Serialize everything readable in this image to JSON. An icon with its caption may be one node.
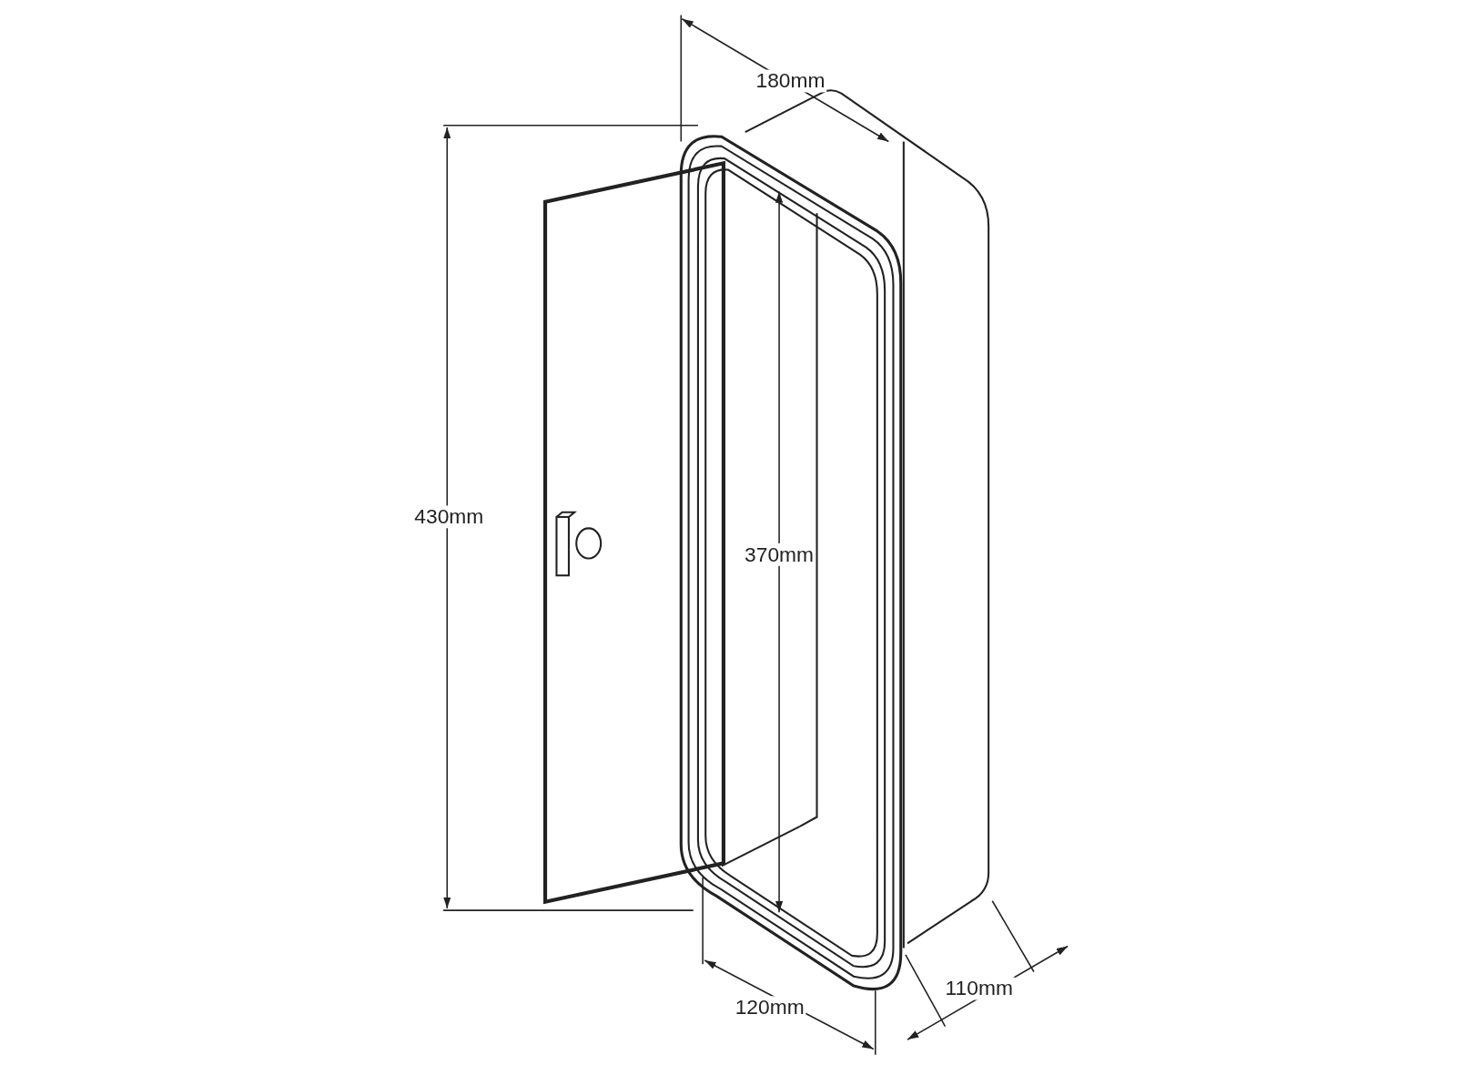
{
  "diagram": {
    "labels": [
      "180mm",
      "430mm",
      "370mm",
      "120mm",
      "110mm"
    ]
  }
}
